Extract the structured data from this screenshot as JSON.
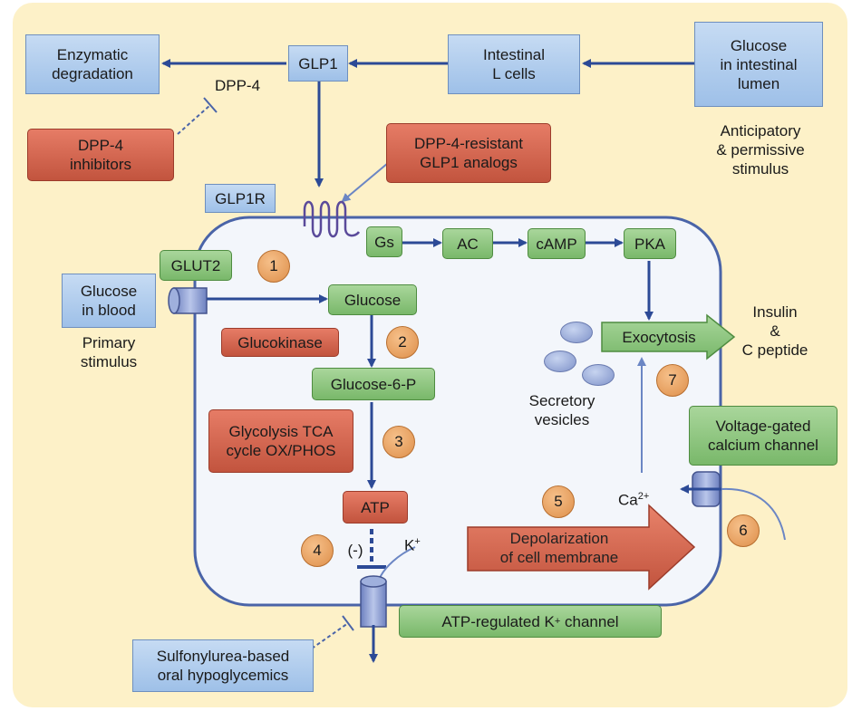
{
  "external": {
    "enzymatic_degradation": "Enzymatic\ndegradation",
    "glp1": "GLP1",
    "intestinal_l_cells": "Intestinal\nL cells",
    "glucose_lumen": "Glucose\nin intestinal\nlumen",
    "dpp4": "DPP-4",
    "dpp4_inhibitors": "DPP-4\ninhibitors",
    "dpp4_resistant": "DPP-4-resistant\nGLP1 analogs",
    "anticipatory": "Anticipatory\n& permissive\nstimulus",
    "glp1r": "GLP1R",
    "glucose_blood": "Glucose\nin blood",
    "primary_stimulus": "Primary\nstimulus",
    "sulfonylurea": "Sulfonylurea-based\noral hypoglycemics"
  },
  "cell": {
    "glut2": "GLUT2",
    "gs": "Gs",
    "ac": "AC",
    "camp": "cAMP",
    "pka": "PKA",
    "glucose": "Glucose",
    "glucokinase": "Glucokinase",
    "glucose6p": "Glucose-6-P",
    "glycolysis": "Glycolysis TCA\ncycle OX/PHOS",
    "atp": "ATP",
    "inhibit": "(-)",
    "k_ion": "K",
    "k_charge": "+",
    "ca_ion": "Ca",
    "ca_charge": "2+",
    "depolarization": "Depolarization\nof cell membrane",
    "exocytosis": "Exocytosis",
    "secretory_vesicles": "Secretory\nvesicles",
    "insulin": "Insulin\n&\nC peptide",
    "voltage_gated": "Voltage-gated\ncalcium channel",
    "katp_channel": "ATP-regulated K",
    "katp_charge": "+",
    "katp_suffix": " channel"
  },
  "steps": [
    "1",
    "2",
    "3",
    "4",
    "5",
    "6",
    "7"
  ],
  "colors": {
    "background": "#fdf1c8",
    "cell_fill": "#f3f6fb",
    "membrane": "#4a64a8",
    "arrow": "#2c4a96",
    "blue_box": "#aac8ec",
    "green_box": "#8cc47c",
    "red_box": "#d4644e",
    "step_circle": "#e9a464"
  }
}
